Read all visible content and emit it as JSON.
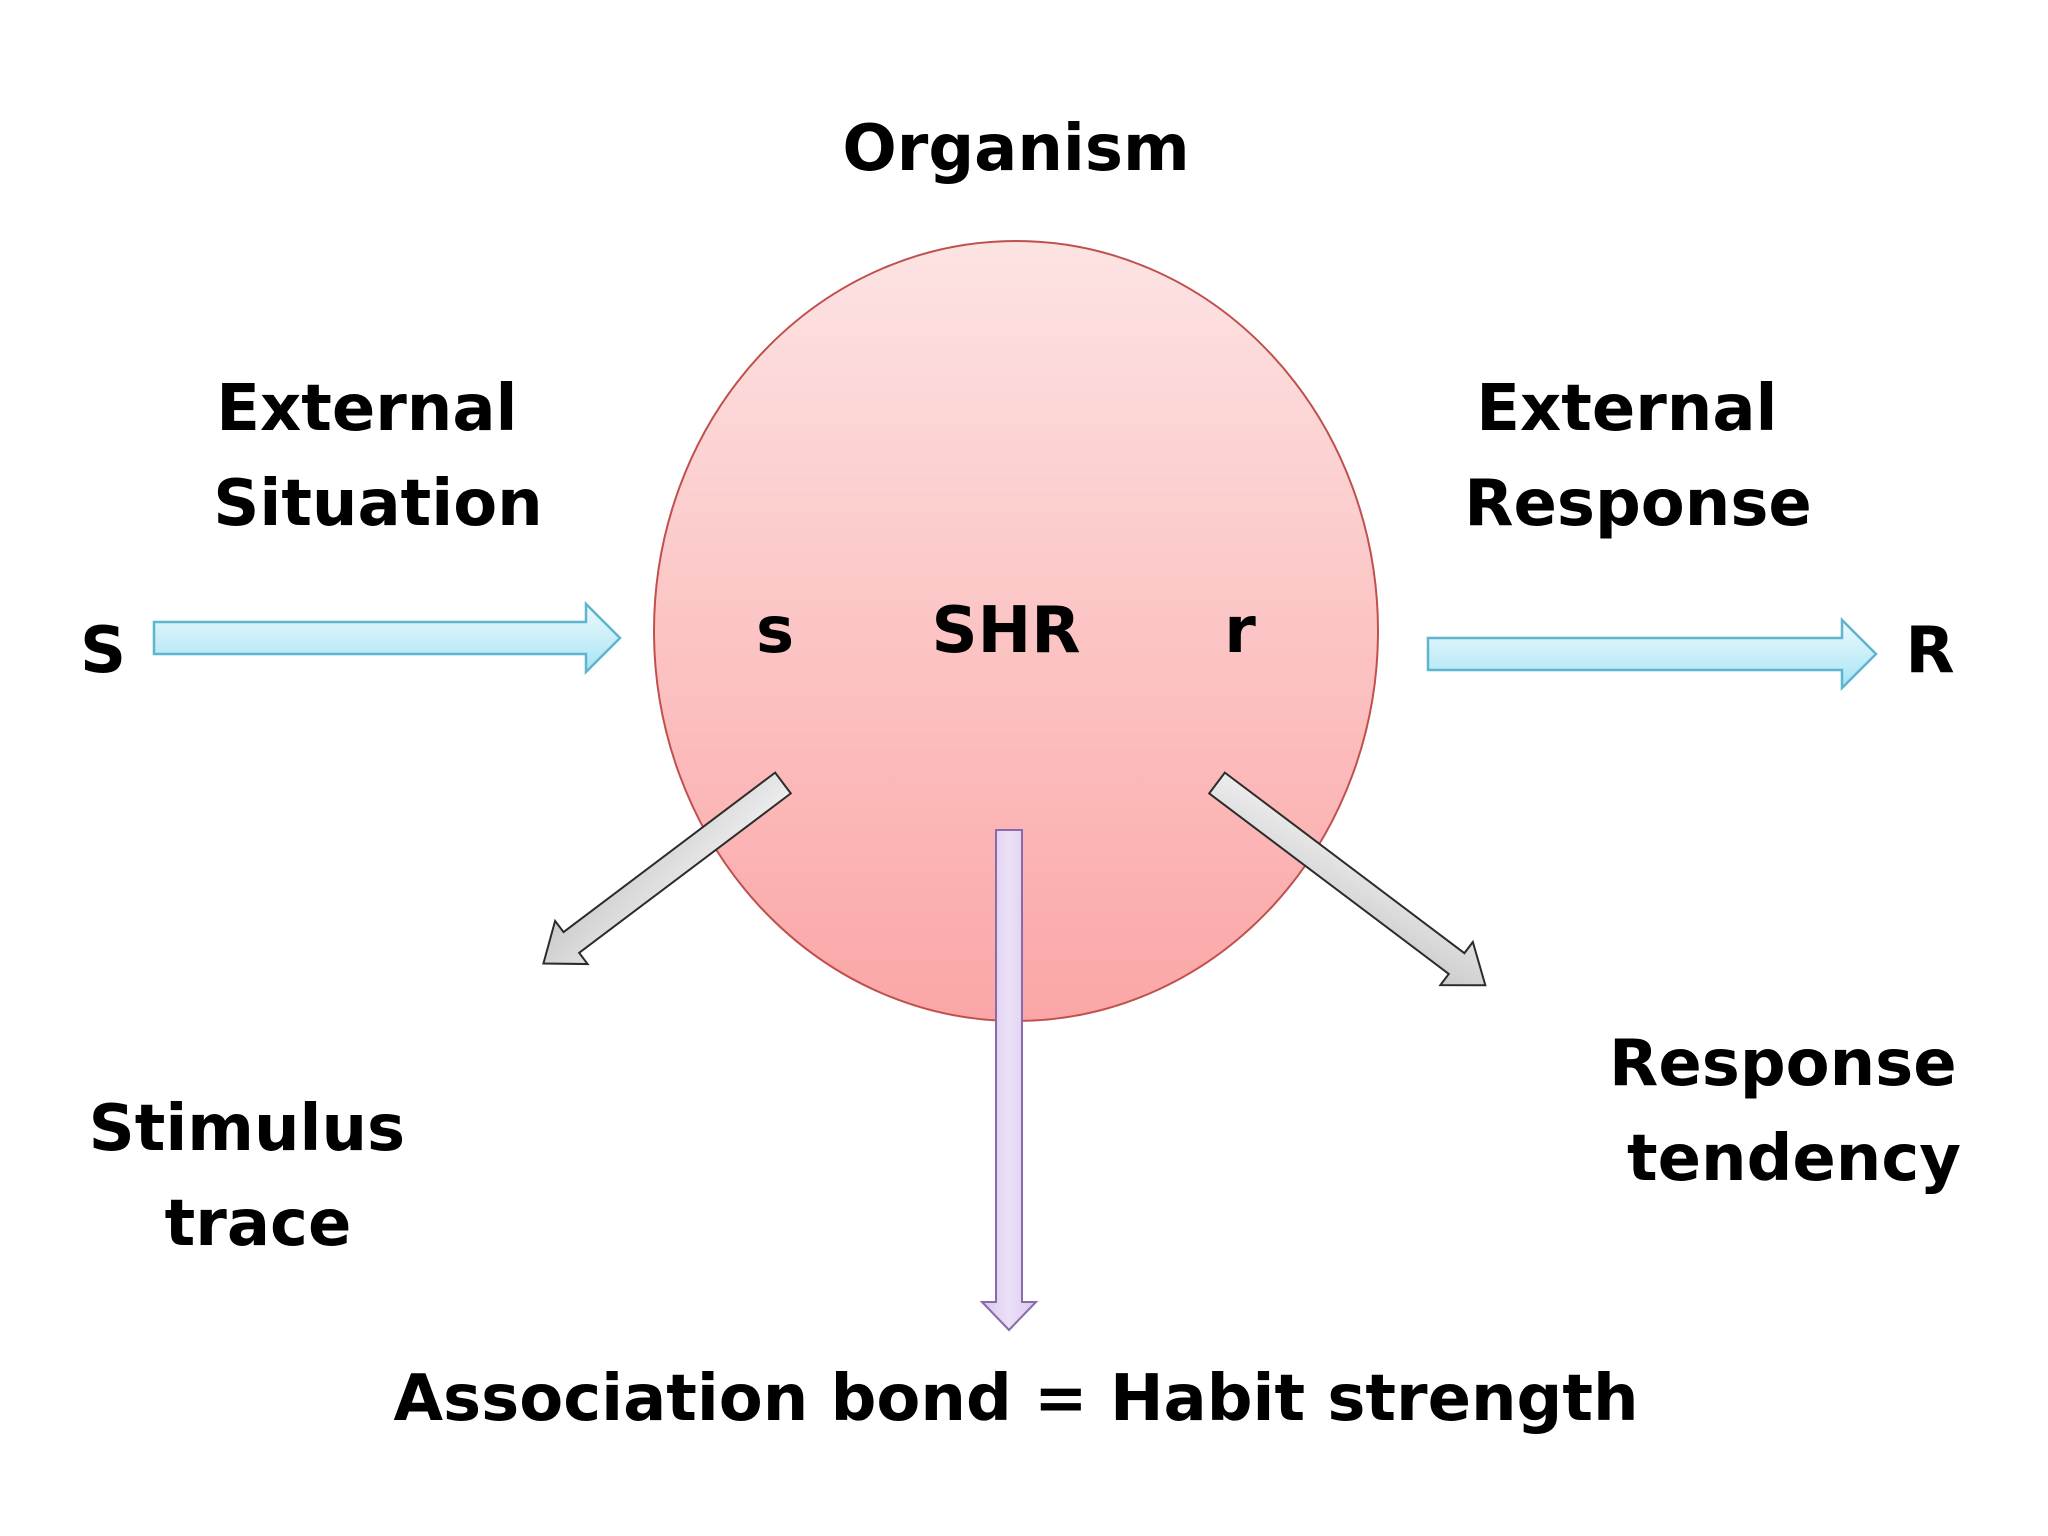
{
  "diagram": {
    "organism_label": "Organism",
    "external_situation": [
      "External",
      "Situation"
    ],
    "external_response": [
      "External",
      "Response"
    ],
    "input_symbol": "S",
    "output_symbol": "R",
    "inner_stimulus": "s",
    "inner_bond": "SHR",
    "inner_response": "r",
    "stimulus_trace": [
      "Stimulus",
      "trace"
    ],
    "response_tendency": [
      "Response",
      "tendency"
    ],
    "association_bond": "Association bond = Habit strength"
  },
  "colors": {
    "background": "#ffffff",
    "circle_fill_top": "#fde0e0",
    "circle_fill_bottom": "#fba7a7",
    "circle_stroke": "#c0504d",
    "blue_arrow_top": "#e9f8fc",
    "blue_arrow_bottom": "#a9e6f5",
    "blue_arrow_stroke": "#5fb4cf",
    "gray_arrow_fill": "#e3e3e3",
    "gray_arrow_stroke": "#2b2b2b",
    "purple_arrow_fill": "#e2d4f2",
    "purple_arrow_stroke": "#8a6aa8"
  }
}
